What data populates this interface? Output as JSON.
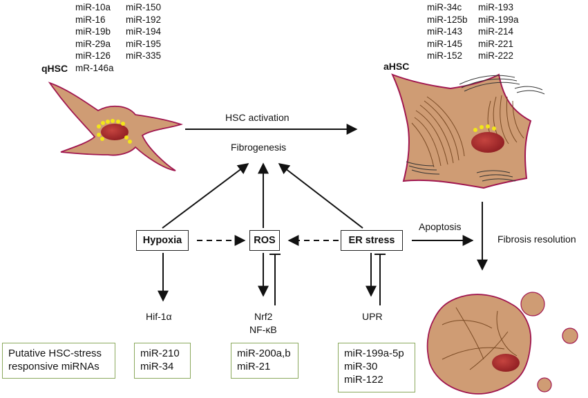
{
  "qhsc": {
    "label": "qHSC",
    "mirna_col1": [
      "miR-10a",
      "miR-16",
      "miR-19b",
      "miR-29a",
      "miR-126",
      "mR-146a"
    ],
    "mirna_col2": [
      "miR-150",
      "miR-192",
      "miR-194",
      "miR-195",
      "miR-335"
    ]
  },
  "ahsc": {
    "label": "aHSC",
    "mirna_col1": [
      "miR-34c",
      "miR-125b",
      "miR-143",
      "miR-145",
      "miR-152"
    ],
    "mirna_col2": [
      "miR-193",
      "miR-199a",
      "miR-214",
      "miR-221",
      "miR-222"
    ]
  },
  "activation": {
    "label1": "HSC activation",
    "label2": "Fibrogenesis"
  },
  "stressors": {
    "hypoxia": "Hypoxia",
    "ros": "ROS",
    "er_stress": "ER stress"
  },
  "targets": {
    "hif": "Hif-1α",
    "nrf2": "Nrf2",
    "nfkb": "NF-κB",
    "upr": "UPR"
  },
  "resolution": {
    "apoptosis": "Apoptosis",
    "fibrosis_resolution": "Fibrosis resolution"
  },
  "mirna_boxes": {
    "legend": [
      "Putative HSC-stress",
      "responsive miRNAs"
    ],
    "hypoxia": [
      "miR-210",
      "miR-34"
    ],
    "ros": [
      "miR-200a,b",
      "miR-21"
    ],
    "er_stress": [
      "miR-199a-5p",
      "miR-30",
      "miR-122"
    ]
  },
  "colors": {
    "cell_fill": "#cf9c74",
    "cell_outline": "#a0164f",
    "nucleus": "#a8282b",
    "droplets": "#f2e619",
    "fibers": "#7a4a24",
    "box_border": "#8aa85c"
  }
}
